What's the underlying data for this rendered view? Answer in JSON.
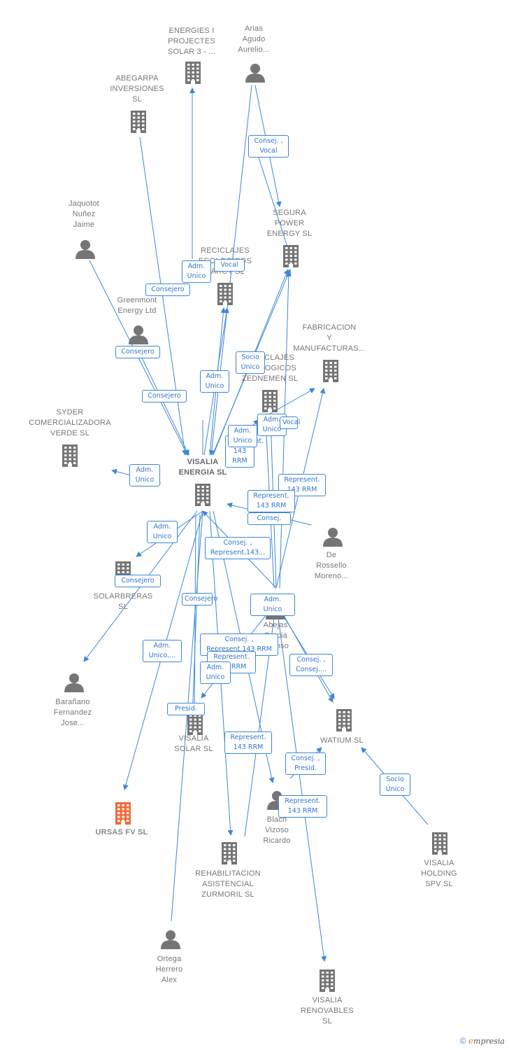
{
  "nodes": [
    {
      "id": "energies",
      "type": "company",
      "label": "ENERGIES I\nPROJECTES\nSOLAR 3 - ..."
    },
    {
      "id": "arias",
      "type": "person",
      "label": "Arias\nAgudo\nAurelio..."
    },
    {
      "id": "abegarpa",
      "type": "company",
      "label": "ABEGARPA\nINVERSIONES\nSL"
    },
    {
      "id": "segura",
      "type": "company",
      "label": "SEGURA\nPOWER\nENERGY  SL"
    },
    {
      "id": "jaquotot",
      "type": "person",
      "label": "Jaquotot\nNuñez\nJaime"
    },
    {
      "id": "reciclajes1",
      "type": "company",
      "label": "RECICLAJES\nECOLOGICOS\nSARCY  SL"
    },
    {
      "id": "greenmont",
      "type": "person",
      "label": "Greenmont\nEnergy Ltd"
    },
    {
      "id": "fabricacion",
      "type": "company",
      "label": "FABRICACION\nY\nMANUFACTURAS..."
    },
    {
      "id": "reciclajes2",
      "type": "company",
      "label": "RECICLAJES\nECOLOGICOS\nZEDNEMEN  SL"
    },
    {
      "id": "syder",
      "type": "company",
      "label": "SYDER\nCOMERCIALIZADORA\nVERDE SL"
    },
    {
      "id": "visalia_energia",
      "type": "company",
      "label": "VISALIA\nENERGIA  SL",
      "style": "main"
    },
    {
      "id": "derossello",
      "type": "person",
      "label": "De\nRossello\nMoreno..."
    },
    {
      "id": "solarbreras",
      "type": "company",
      "label": "SOLARBRERAS\nSL"
    },
    {
      "id": "abejas",
      "type": "person",
      "label": "Abejas\nGarcia\nAlfonso"
    },
    {
      "id": "barañano",
      "type": "person",
      "label": "Barañano\nFernandez\nJose..."
    },
    {
      "id": "watium",
      "type": "company",
      "label": "WATIUM SL"
    },
    {
      "id": "visalia_solar",
      "type": "company",
      "label": "VISALIA\nSOLAR  SL"
    },
    {
      "id": "ursas",
      "type": "company",
      "label": "URSAS FV  SL",
      "style": "highlight"
    },
    {
      "id": "blach",
      "type": "person",
      "label": "Blach\nVizoso\nRicardo"
    },
    {
      "id": "visalia_holding",
      "type": "company",
      "label": "VISALIA\nHOLDING\nSPV  SL"
    },
    {
      "id": "rehabilitacion",
      "type": "company",
      "label": "REHABILITACION\nASISTENCIAL\nZURMORIL  SL"
    },
    {
      "id": "ortega",
      "type": "person",
      "label": "Ortega\nHerrero\nAlex"
    },
    {
      "id": "visalia_renovables",
      "type": "company",
      "label": "VISALIA\nRENOVABLES\nSL"
    }
  ],
  "edge_labels": [
    {
      "id": "el1",
      "text": "Consej. ,\nVocal"
    },
    {
      "id": "el2",
      "text": "Adm.\nUnico"
    },
    {
      "id": "el3",
      "text": "Vocal"
    },
    {
      "id": "el4",
      "text": "Consejero"
    },
    {
      "id": "el5",
      "text": "Consejero"
    },
    {
      "id": "el6",
      "text": "Socio\nÚnico"
    },
    {
      "id": "el7",
      "text": "Adm.\nUnico"
    },
    {
      "id": "el8",
      "text": "Consejero"
    },
    {
      "id": "el9",
      "text": "Adm.\nUnico"
    },
    {
      "id": "el10",
      "text": "Vocal"
    },
    {
      "id": "el11",
      "text": "Represent.\n143 RRM"
    },
    {
      "id": "el12",
      "text": "Adm.\nUnico"
    },
    {
      "id": "el13",
      "text": "Adm.\nUnico"
    },
    {
      "id": "el14",
      "text": "Represent.\n143 RRM"
    },
    {
      "id": "el15",
      "text": "Consej."
    },
    {
      "id": "el16",
      "text": "Represent.\n143 RRM"
    },
    {
      "id": "el17",
      "text": "Adm.\nUnico"
    },
    {
      "id": "el18",
      "text": "Consej. ,\nRepresent.143..."
    },
    {
      "id": "el19",
      "text": "Consejero"
    },
    {
      "id": "el20",
      "text": "Adm.\nUnico"
    },
    {
      "id": "el21",
      "text": "Consejero"
    },
    {
      "id": "el22",
      "text": "Consej. ,\nRepresent.143 RRM"
    },
    {
      "id": "el23",
      "text": "Represent.\n143 RRM"
    },
    {
      "id": "el24",
      "text": "Adm.\nUnico"
    },
    {
      "id": "el25",
      "text": "Adm.\nUnico,..."
    },
    {
      "id": "el26",
      "text": "Consej. ,\nConsej...."
    },
    {
      "id": "el27",
      "text": "Presid."
    },
    {
      "id": "el28",
      "text": "Represent.\n143 RRM"
    },
    {
      "id": "el29",
      "text": "Consej. ,\nPresid."
    },
    {
      "id": "el30",
      "text": "Socio\nÚnico"
    },
    {
      "id": "el31",
      "text": "Represent.\n143 RRM"
    }
  ],
  "colors": {
    "edge": "#3d87d8",
    "icon": "#757575",
    "highlight": "#f26a35",
    "label_text": "#777777"
  },
  "footer": {
    "copyright": "©",
    "brand_e": "e",
    "brand_rest": "mpresia"
  }
}
